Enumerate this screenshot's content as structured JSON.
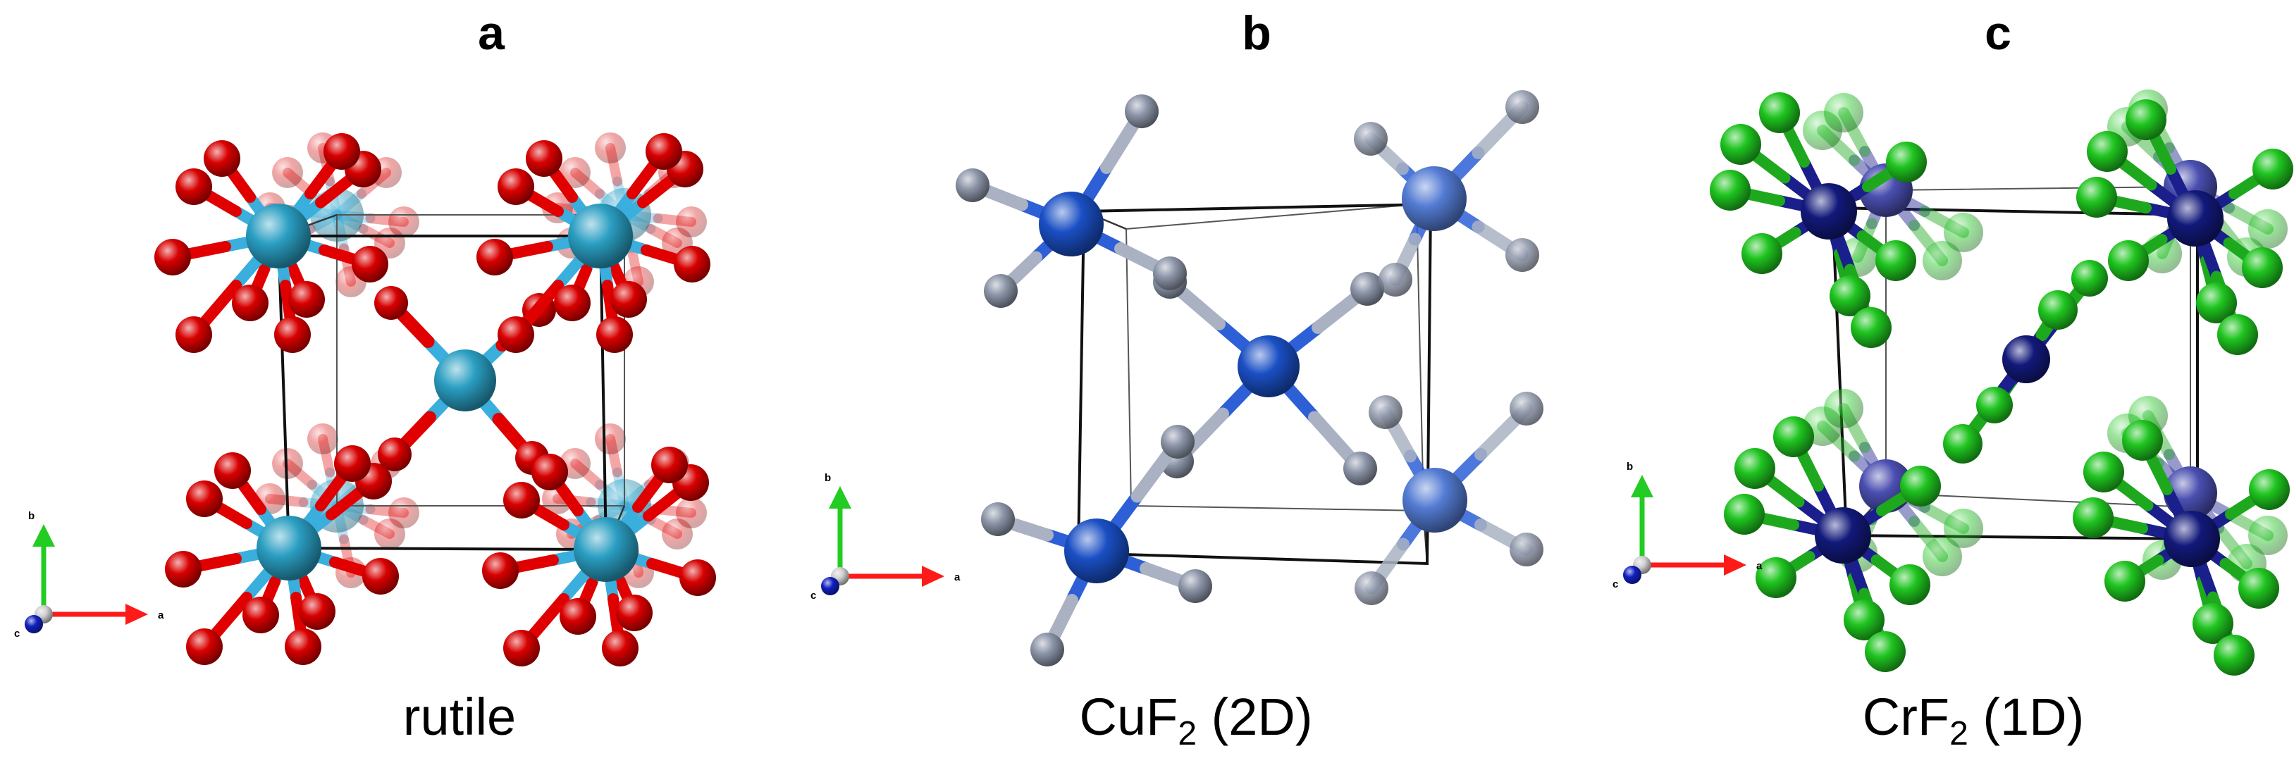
{
  "panels": [
    {
      "letter": "a",
      "caption_main": "rutile",
      "caption_sub": "",
      "caption_tail": "",
      "colors": {
        "cation": "#2a9ec2",
        "anion": "#d80000",
        "cation_bond": "#3aaedc",
        "anion_bond": "#e00000"
      },
      "axes": {
        "a": "a",
        "b": "b",
        "c": "c"
      }
    },
    {
      "letter": "b",
      "caption_main": "CuF",
      "caption_sub": "2",
      "caption_tail": " (2D)",
      "colors": {
        "cation": "#1a4fc4",
        "anion": "#8c95a8",
        "cation_bond": "#2d5fd6",
        "anion_bond": "#a9b1c2"
      },
      "axes": {
        "a": "a",
        "b": "b",
        "c": "c"
      }
    },
    {
      "letter": "c",
      "caption_main": "CrF",
      "caption_sub": "2",
      "caption_tail": " (1D)",
      "colors": {
        "cation": "#12197a",
        "anion": "#1fc41f",
        "cation_bond": "#1a1f8c",
        "anion_bond": "#1ea81e"
      },
      "axes": {
        "a": "a",
        "b": "b",
        "c": "c"
      }
    }
  ],
  "axis_colors": {
    "a": "#ff1a1a",
    "b": "#22cc22",
    "c": "#1020c0"
  }
}
